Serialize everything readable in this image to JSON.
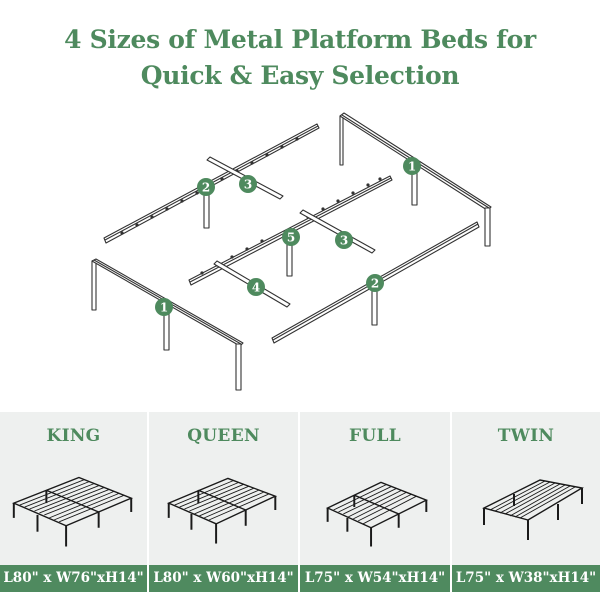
{
  "header": {
    "title_line1": "4 Sizes of Metal Platform Beds for",
    "title_line2": "Quick & Easy Selection"
  },
  "diagram": {
    "part_labels": [
      "1",
      "2",
      "3",
      "4",
      "5",
      "1",
      "2",
      "3"
    ],
    "badge_color": "#4e8a5e"
  },
  "sizes": [
    {
      "name": "KING",
      "dimensions": "L80\" x W76\"xH14\"",
      "icon": "king-bed-frame-icon"
    },
    {
      "name": "QUEEN",
      "dimensions": "L80\" x W60\"xH14\"",
      "icon": "queen-bed-frame-icon"
    },
    {
      "name": "FULL",
      "dimensions": "L75\" x W54\"xH14\"",
      "icon": "full-bed-frame-icon"
    },
    {
      "name": "TWIN",
      "dimensions": "L75\" x W38\"xH14\"",
      "icon": "twin-bed-frame-icon"
    }
  ],
  "colors": {
    "accent_green": "#4e8a5e",
    "panel_bg": "#eef0ef",
    "frame_black": "#1a1a1a"
  }
}
